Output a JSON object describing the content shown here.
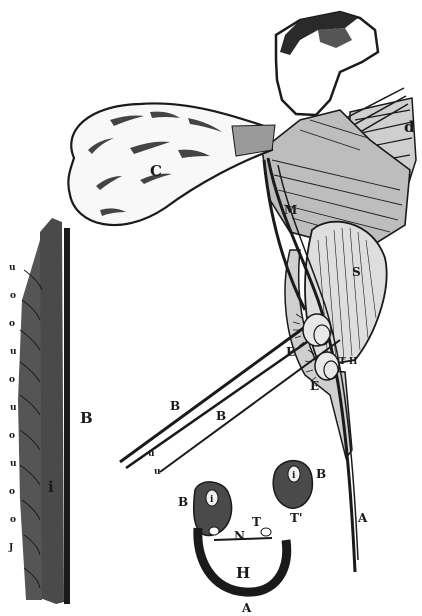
{
  "figure": {
    "labels": {
      "C": "C",
      "M": "M",
      "d": "d",
      "S": "S",
      "E_upper": "E",
      "E_lower": "E",
      "TH": "T H",
      "B_left": "B",
      "B_mid1": "B",
      "B_mid2": "B",
      "u1": "u",
      "u2": "u",
      "A_right": "A",
      "A_bottom": "A",
      "i_left": "i",
      "i_cs_left": "i",
      "i_cs_right": "i",
      "B_cs_left": "B",
      "B_cs_right": "B",
      "N": "N",
      "T": "T",
      "T_prime": "T'",
      "H": "H"
    },
    "side_marks": [
      "u",
      "o",
      "o",
      "u",
      "o",
      "u",
      "o",
      "u",
      "o",
      "o",
      "J"
    ]
  }
}
